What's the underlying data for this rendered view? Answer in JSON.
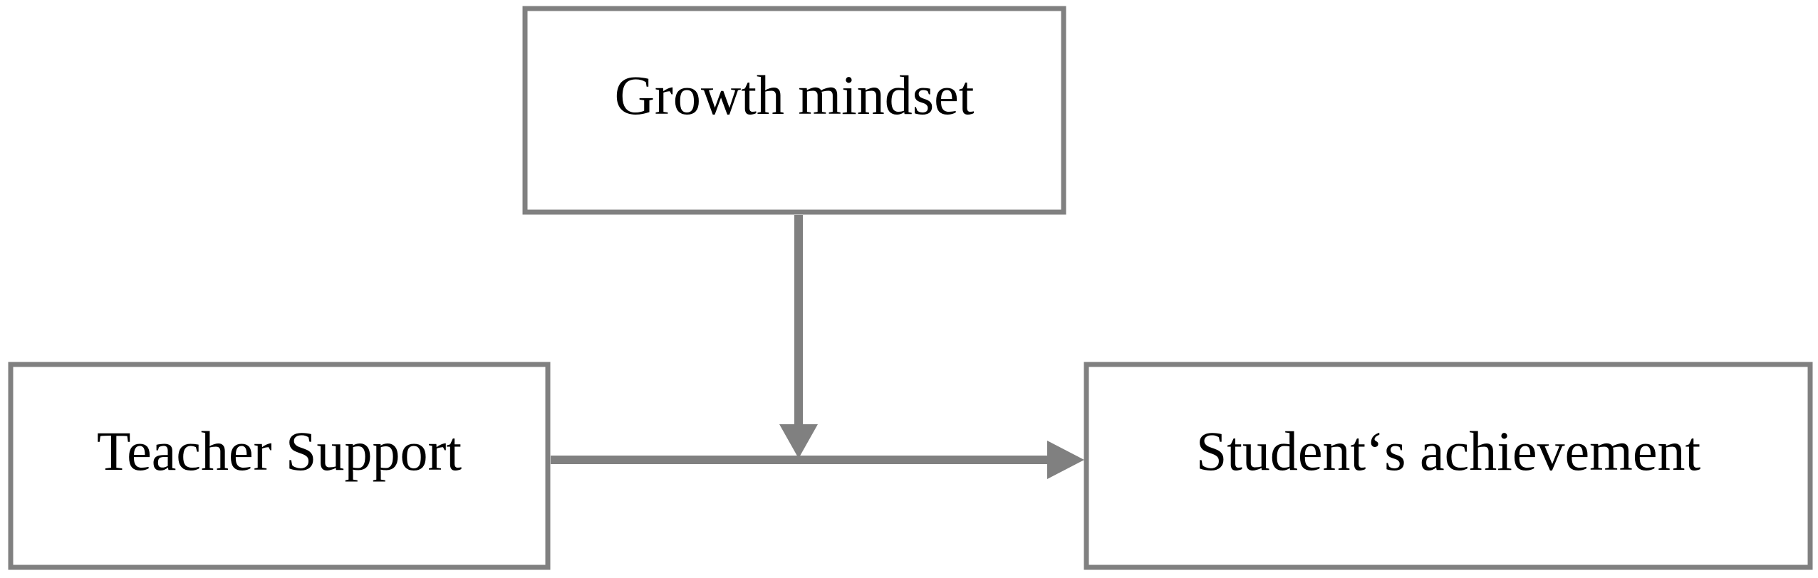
{
  "diagram": {
    "nodes": {
      "moderator": {
        "label": "Growth mindset"
      },
      "predictor": {
        "label": "Teacher Support"
      },
      "outcome": {
        "label": "Student‘s achievement"
      }
    },
    "edges": [
      {
        "from": "predictor",
        "to": "outcome",
        "type": "direct-effect"
      },
      {
        "from": "moderator",
        "to": "predictor-outcome-path",
        "type": "moderation"
      }
    ],
    "colors": {
      "box_stroke": "#808080",
      "arrow": "#808080",
      "text": "#000000",
      "background": "#ffffff"
    }
  }
}
